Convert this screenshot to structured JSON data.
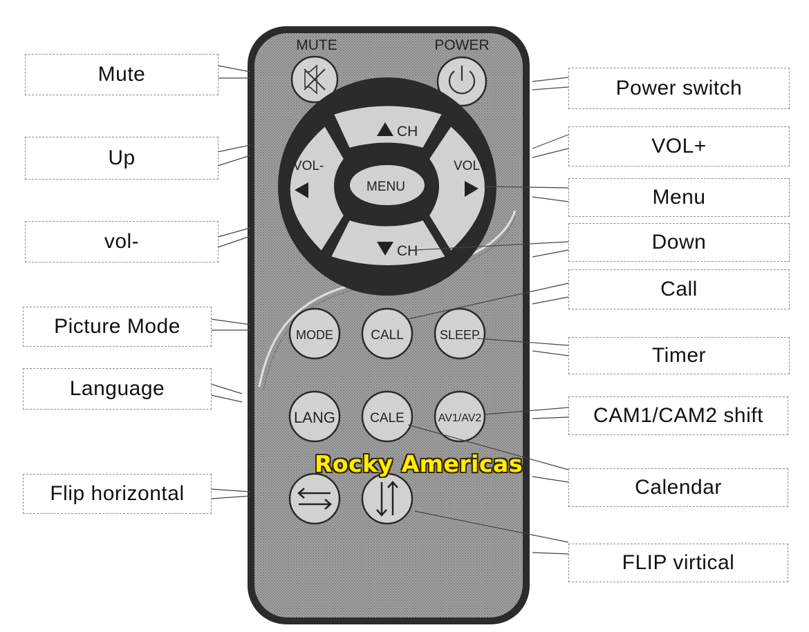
{
  "remote": {
    "top_labels": {
      "mute": "MUTE",
      "power": "POWER"
    },
    "buttons": {
      "ch_up": "CH",
      "ch_down": "CH",
      "vol_minus": "VOL-",
      "vol_plus": "VOL+",
      "menu": "MENU",
      "mode": "MODE",
      "call": "CALL",
      "sleep": "SLEEP",
      "lang": "LANG",
      "cale": "CALE",
      "av": "AV1/AV2"
    },
    "icons": [
      "mute-icon",
      "power-icon",
      "arrow-up-icon",
      "arrow-down-icon",
      "arrow-left-icon",
      "arrow-right-icon",
      "flip-horizontal-icon",
      "flip-vertical-icon"
    ]
  },
  "labels": {
    "mute": "Mute",
    "up": "Up",
    "vol_minus": "vol-",
    "picture_mode": "Picture Mode",
    "language": "Language",
    "flip_horizontal": "Flip horizontal",
    "power_switch": "Power switch",
    "vol_plus": "VOL+",
    "menu": "Menu",
    "down": "Down",
    "call": "Call",
    "timer": "Timer",
    "cam_shift": "CAM1/CAM2 shift",
    "calendar": "Calendar",
    "flip_vertical": "FLIP virtical"
  },
  "watermark": "Rocky Americas",
  "colors": {
    "body": "#9a9a9a",
    "frame": "#2b2b2b",
    "button": "#cfcfcf",
    "watermark": "#ffee00"
  }
}
